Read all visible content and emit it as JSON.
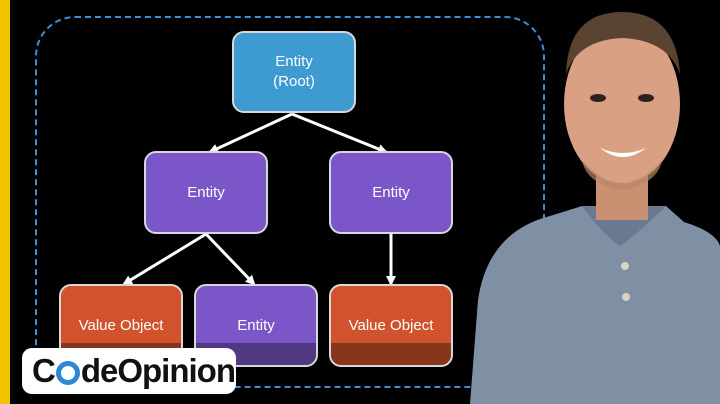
{
  "colors": {
    "root": "#3d9bd1",
    "entity": "#7b56c8",
    "value_object": "#d0532d",
    "boundary": "#3d8fd6",
    "accent_bar": "#f2c200"
  },
  "diagram": {
    "root": {
      "line1": "Entity",
      "line2": "(Root)"
    },
    "left_entity": "Entity",
    "right_entity": "Entity",
    "leaf_value_object_left": "Value Object",
    "leaf_entity": "Entity",
    "leaf_value_object_right": "Value Object"
  },
  "brand": {
    "prefix": "C",
    "middle": "de",
    "suffix": "Opinion"
  },
  "presenter": {
    "description": "man in grey t-shirt smiling"
  }
}
